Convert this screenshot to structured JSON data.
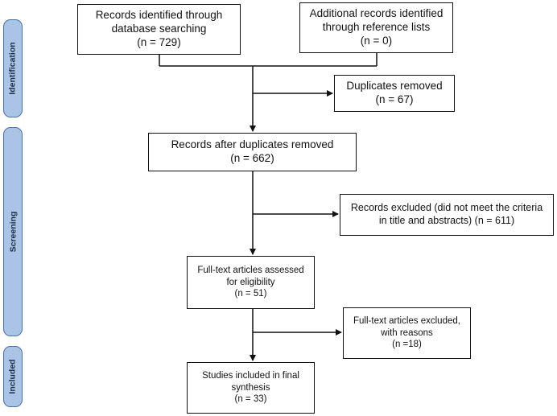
{
  "phases": {
    "identification": "Identification",
    "screening": "Screening",
    "included": "Included"
  },
  "boxes": {
    "database": {
      "line1": "Records identified through",
      "line2": "database searching",
      "count": "(n = 729)"
    },
    "reference": {
      "line1": "Additional records identified",
      "line2": "through reference lists",
      "count": "(n = 0)"
    },
    "duplicates_removed": {
      "line1": "Duplicates removed",
      "count": "(n = 67)"
    },
    "after_duplicates": {
      "line1": "Records after duplicates removed",
      "count": "(n = 662)"
    },
    "records_excluded": {
      "line1": "Records excluded (did not meet the criteria",
      "line2": "in title and abstracts) (n = 611)"
    },
    "fulltext_assessed": {
      "line1": "Full-text articles assessed",
      "line2": "for eligibility",
      "count": "(n = 51)"
    },
    "fulltext_excluded": {
      "line1": "Full-text articles excluded,",
      "line2": "with reasons",
      "count": "(n =18)"
    },
    "included": {
      "line1": "Studies included in final",
      "line2": "synthesis",
      "count": "(n = 33)"
    }
  }
}
